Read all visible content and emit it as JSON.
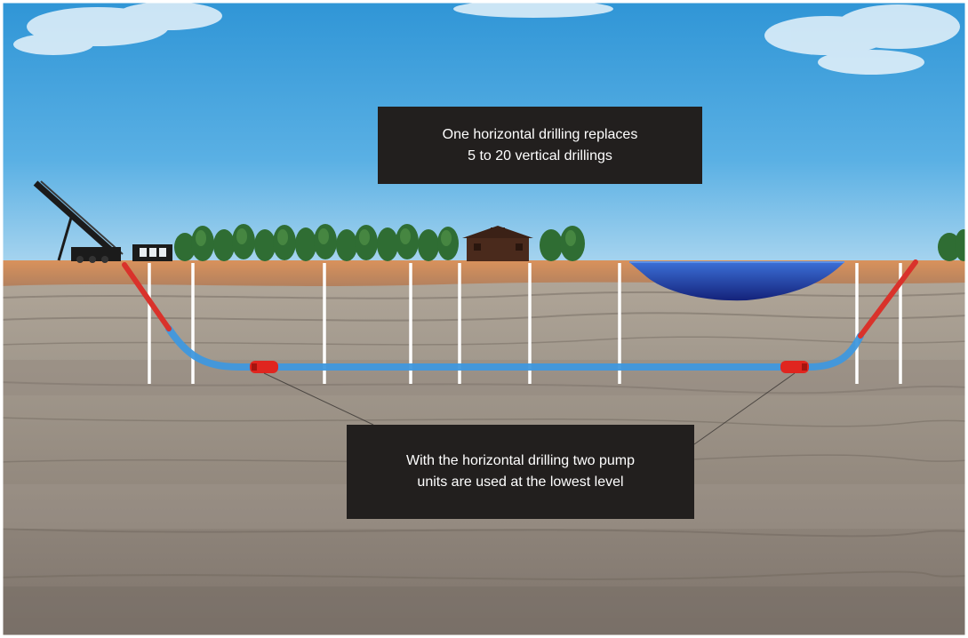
{
  "captions": {
    "top": {
      "line1": "One horizontal drilling replaces",
      "line2": "5 to 20 vertical drillings"
    },
    "bottom": {
      "line1": "With the horizontal drilling two pump",
      "line2": "units are used at the lowest level"
    }
  },
  "colors": {
    "sky_top": "#2f95d6",
    "sky_bottom": "#9fd0ee",
    "topsoil": "#c98250",
    "soil": "#a79f92",
    "horizontal_well": "#4a9fe0",
    "inclined_entry": "#d9322b",
    "pump_unit": "#e0251f",
    "vertical_well": "#ffffff",
    "pond": "#1a2f8f",
    "caption_background": "#221f1e"
  },
  "icons": [
    "drilling-rig-icon",
    "site-cabin-icon",
    "house-icon",
    "tree-icon",
    "pump-unit-icon"
  ]
}
